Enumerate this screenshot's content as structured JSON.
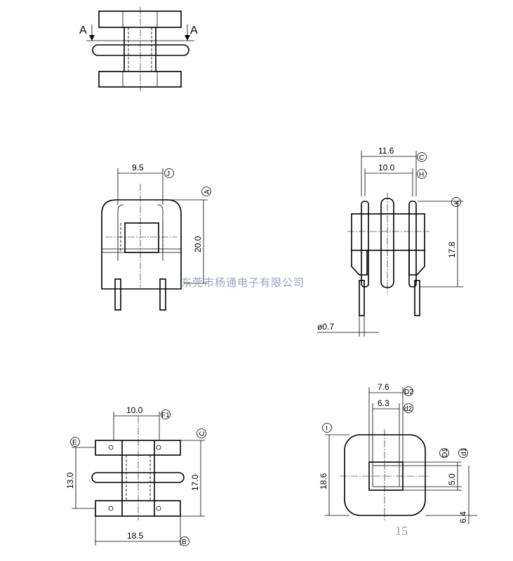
{
  "section_marker": "A",
  "top_view": {
    "dim_width": "9.5",
    "ref_width": "J",
    "dim_height": "20.0",
    "ref_height": "A"
  },
  "side_view": {
    "dim_outer": "11.6",
    "ref_outer": "C",
    "dim_inner": "10.0",
    "ref_inner": "H",
    "dim_height": "17.8",
    "ref_height": "K",
    "dim_pin": "ø0.7"
  },
  "front_view": {
    "dim_top": "10.0",
    "ref_top": "F1",
    "dim_left": "13.0",
    "ref_left": "E",
    "dim_right": "17.0",
    "ref_right": "C",
    "dim_bottom": "18.5",
    "ref_bottom": "B"
  },
  "bottom_view": {
    "dim_outer": "7.6",
    "ref_outer": "D2",
    "dim_inner": "6.3",
    "ref_inner": "d2",
    "dim_height": "18.6",
    "ref_height": "I",
    "ref_d1_upper": "D1",
    "ref_d1_lower": "d1",
    "dim_window": "5.0",
    "dim_base": "6.4"
  },
  "watermark": "东莞市杨通电子有限公司",
  "page_number": "15"
}
